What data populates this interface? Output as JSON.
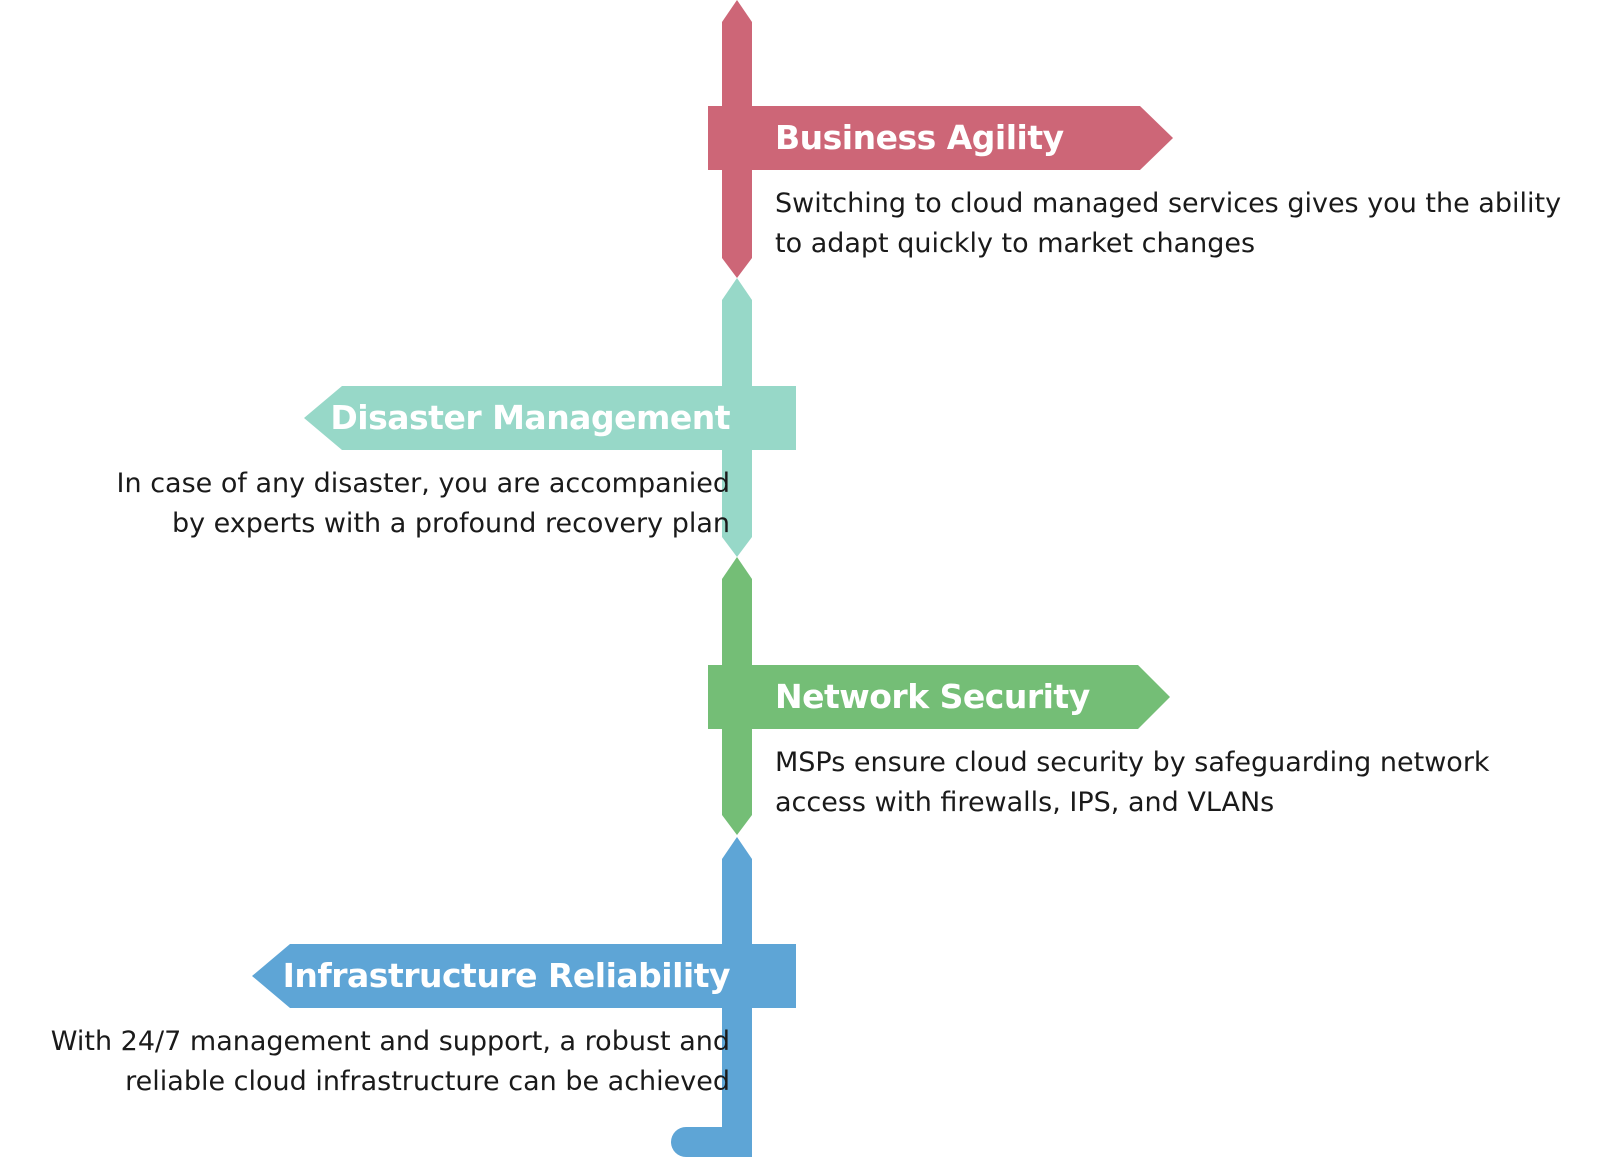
{
  "signs": [
    {
      "title": "Business Agility",
      "description": [
        "Switching to cloud managed services gives you the ability",
        "to adapt quickly to market changes"
      ],
      "color": "#CD6677",
      "direction": "right"
    },
    {
      "title": "Disaster Management",
      "description": [
        "In case of any disaster, you are accompanied",
        "by experts with a profound recovery plan"
      ],
      "color": "#97D8C8",
      "direction": "left"
    },
    {
      "title": "Network Security",
      "description": [
        "MSPs ensure cloud security by safeguarding network",
        "access with firewalls, IPS, and VLANs"
      ],
      "color": "#74BE76",
      "direction": "right"
    },
    {
      "title": "Infrastructure Reliability",
      "description": [
        "With 24/7 management and support, a robust and",
        "reliable cloud infrastructure can be achieved"
      ],
      "color": "#5EA5D6",
      "direction": "left"
    }
  ]
}
